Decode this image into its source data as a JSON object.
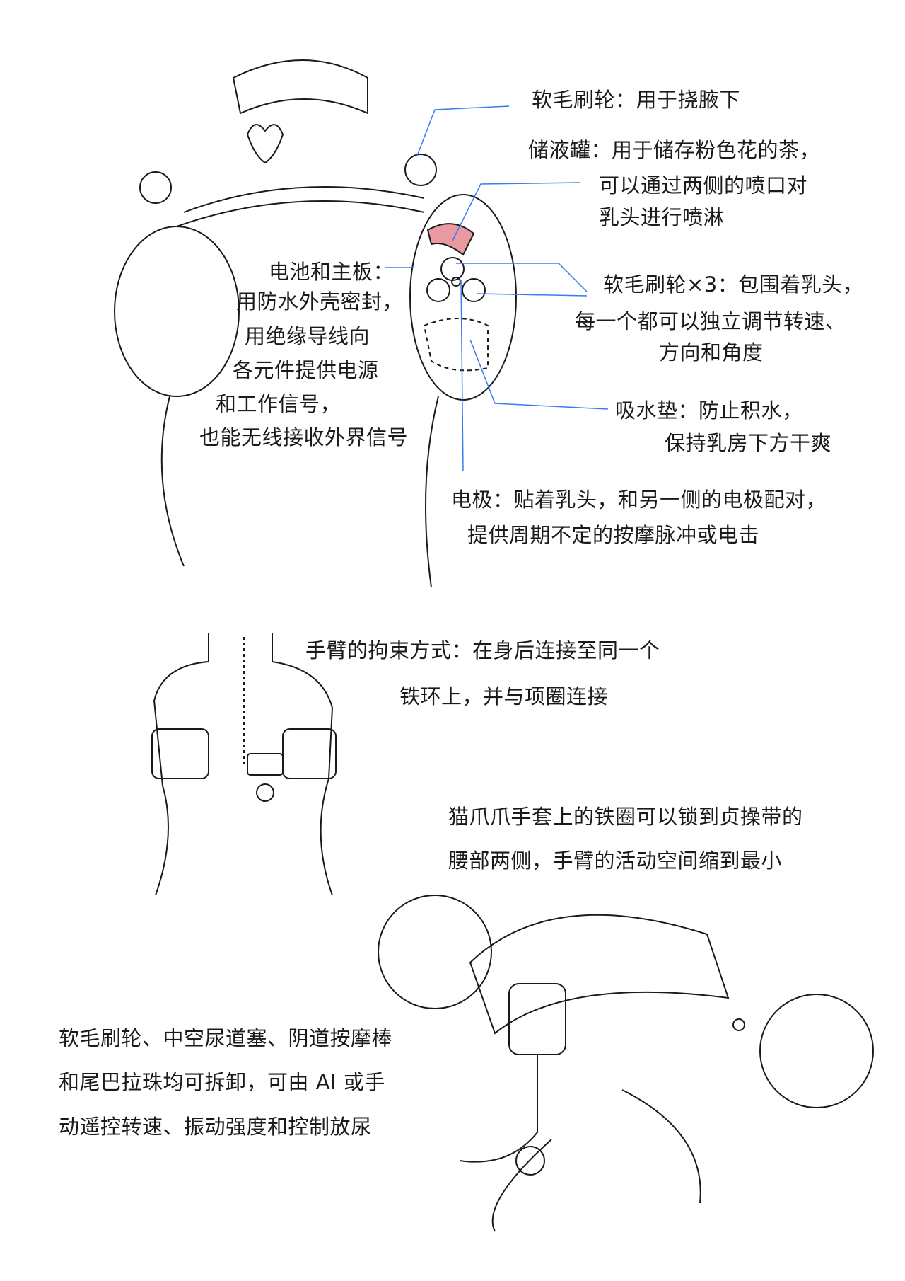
{
  "colors": {
    "leader_line": "#3a7bf0",
    "ink": "#1a1a1a",
    "tank_fill": "#e89aa0"
  },
  "labels": {
    "brush_armpit": "软毛刷轮：用于挠腋下",
    "tank": [
      "储液罐：用于储存粉色花的茶，",
      "可以通过两侧的喷口对",
      "乳头进行喷淋"
    ],
    "battery": [
      "电池和主板：",
      "用防水外壳密封，",
      "用绝缘导线向",
      "各元件提供电源",
      "和工作信号，",
      "也能无线接收外界信号"
    ],
    "brush_x3": [
      "软毛刷轮×3：包围着乳头，",
      "每一个都可以独立调节转速、",
      "方向和角度"
    ],
    "pad": [
      "吸水垫：防止积水，",
      "保持乳房下方干爽"
    ],
    "electrode": [
      "电极：贴着乳头，和另一侧的电极配对，",
      "提供周期不定的按摩脉冲或电击"
    ],
    "arm_restraint": [
      "手臂的拘束方式：在身后连接至同一个",
      "铁环上，并与项圈连接"
    ],
    "paw_gloves": [
      "猫爪爪手套上的铁圈可以锁到贞操带的",
      "腰部两侧，手臂的活动空间缩到最小"
    ],
    "removable": [
      "软毛刷轮、中空尿道塞、阴道按摩棒",
      "和尾巴拉珠均可拆卸，可由 AI 或手",
      "动遥控转速、振动强度和控制放尿"
    ]
  }
}
